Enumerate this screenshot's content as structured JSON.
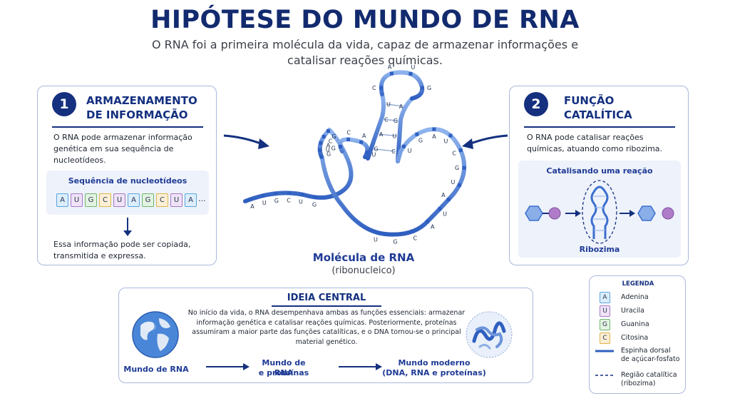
{
  "title": "HIPÓTESE DO MUNDO DE RNA",
  "subtitle": "O RNA foi a primeira molécula da vida, capaz de armazenar informações e catalisar reações químicas.",
  "panel1": {
    "number": "1",
    "title_line1": "ARMAZENAMENTO",
    "title_line2": "DE INFORMAÇÃO",
    "text": "O RNA pode armazenar informação genética em sua sequência de nucleotídeos.",
    "sequence_label": "Sequência de nucleotídeos",
    "sequence": [
      "A",
      "U",
      "G",
      "C",
      "U",
      "A",
      "G",
      "C",
      "U",
      "A"
    ],
    "ellipsis": "...",
    "bottom_text": "Essa informação pode ser copiada, transmitida e expressa."
  },
  "panel2": {
    "number": "2",
    "title_line1": "FUNÇÃO",
    "title_line2": "CATALÍTICA",
    "text": "O RNA pode catalisar reações químicas, atuando como ribozima.",
    "box_label": "Catalisando uma reação",
    "ribozyme_label": "Ribozima"
  },
  "molecule": {
    "label": "Molécula de RNA",
    "sublabel": "(ribonucleico)",
    "tail_letters": [
      "A",
      "U",
      "G",
      "C",
      "U",
      "G"
    ],
    "top_loop_letters": [
      "C",
      "A",
      "U",
      "G"
    ],
    "stem_pairs": [
      [
        "G",
        "C"
      ],
      [
        "A",
        "U"
      ],
      [
        "C",
        "G"
      ],
      [
        "U",
        "A"
      ]
    ],
    "small_loop_letters": [
      "G",
      "C",
      "A",
      "U"
    ],
    "left_stem_letters": [
      "G",
      "C",
      "A",
      "U",
      "G"
    ],
    "bottom_letters": [
      "U",
      "G",
      "C",
      "A",
      "U"
    ],
    "right_loop_letters": [
      "A",
      "U",
      "G",
      "C",
      "U",
      "A",
      "G",
      "U"
    ]
  },
  "ideia": {
    "title": "IDEIA CENTRAL",
    "text": "No início da vida, o RNA desempenhava ambas as funções essenciais: armazenar informação genética e catalisar reações químicas. Posteriormente, proteínas assumiram a maior parte das funções catalíticas, e o DNA tornou-se o principal material genético.",
    "stage1": "Mundo de RNA",
    "stage2_line1": "Mundo de RNA",
    "stage2_line2": "e proteínas",
    "stage3_line1": "Mundo moderno",
    "stage3_line2": "(DNA, RNA e proteínas)"
  },
  "legend": {
    "title": "LEGENDA",
    "items": [
      {
        "letter": "A",
        "label": "Adenina",
        "color": "#5aa6e0",
        "fill": "#dcedfb"
      },
      {
        "letter": "U",
        "label": "Uracila",
        "color": "#a57ac8",
        "fill": "#efe3f7"
      },
      {
        "letter": "G",
        "label": "Guanina",
        "color": "#6fb56f",
        "fill": "#e3f3e1"
      },
      {
        "letter": "C",
        "label": "Citosina",
        "color": "#e2b24a",
        "fill": "#fbf0d6"
      }
    ],
    "backbone_line1": "Espinha dorsal",
    "backbone_line2": "de açúcar-fosfato",
    "catalytic_line1": "Região catalítica",
    "catalytic_line2": "(ribozima)"
  },
  "colors": {
    "navy": "#14307f",
    "blue": "#3b6fcf",
    "adenine": "#5aa6e0",
    "uracil": "#a57ac8",
    "guanine": "#6fb56f",
    "cytosine": "#e2b24a"
  }
}
